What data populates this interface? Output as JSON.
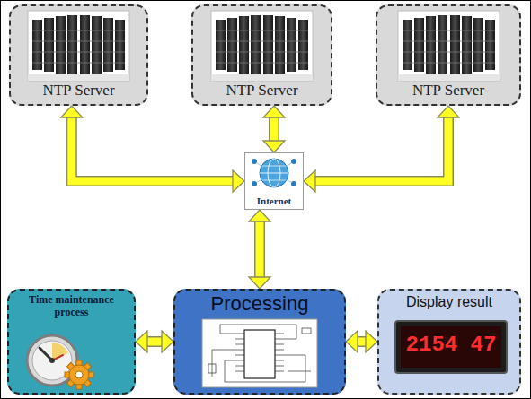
{
  "diagram": {
    "nodes": [
      {
        "text": [
          "NTP Server"
        ]
      },
      {
        "text": [
          "NTP Server"
        ]
      },
      {
        "text": [
          "NTP Server"
        ]
      },
      {
        "text": [
          "Internet"
        ]
      },
      {
        "text": [
          "Time maintenance process"
        ]
      },
      {
        "text": [
          "Processing"
        ]
      },
      {
        "text": [
          "Display result"
        ]
      }
    ],
    "edges": [
      {
        "from": 0,
        "to": 3,
        "arrow": "both"
      },
      {
        "from": 1,
        "to": 3,
        "arrow": "both"
      },
      {
        "from": 2,
        "to": 3,
        "arrow": "both"
      },
      {
        "from": 3,
        "to": 5,
        "arrow": "both"
      },
      {
        "from": 4,
        "to": 5,
        "arrow": "both"
      },
      {
        "from": 5,
        "to": 6,
        "arrow": "both"
      }
    ],
    "labels": [
      "2154 47"
    ]
  }
}
